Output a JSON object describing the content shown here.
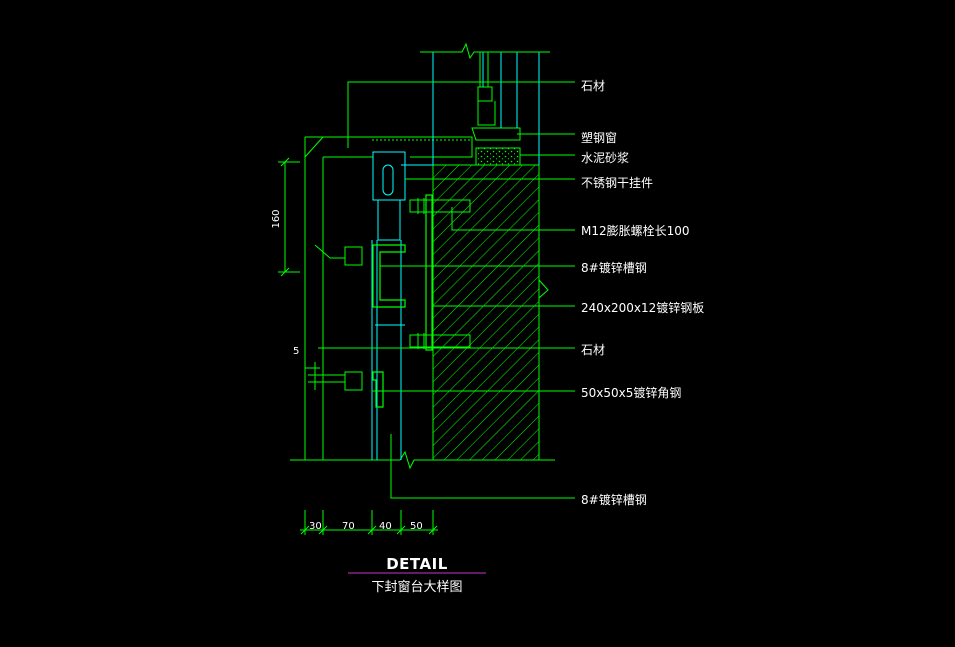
{
  "drawing": {
    "title": "DETAIL",
    "subtitle": "下封窗台大样图",
    "colors": {
      "background": "#000000",
      "outline": "#00ff00",
      "axis": "#00ffff",
      "dimension": "#00ff00",
      "title_underline": "#cc33cc",
      "text": "#ffffff"
    },
    "callouts": [
      "石材",
      "塑钢窗",
      "水泥砂浆",
      "不锈钢干挂件",
      "M12膨胀螺栓长100",
      "8#镀锌槽钢",
      "240x200x12镀锌钢板",
      "石材",
      "50x50x5镀锌角钢",
      "8#镀锌槽钢"
    ],
    "dimensions": {
      "vertical": [
        "160",
        "5"
      ],
      "bottom": [
        "30",
        "70",
        "40",
        "50"
      ]
    }
  }
}
